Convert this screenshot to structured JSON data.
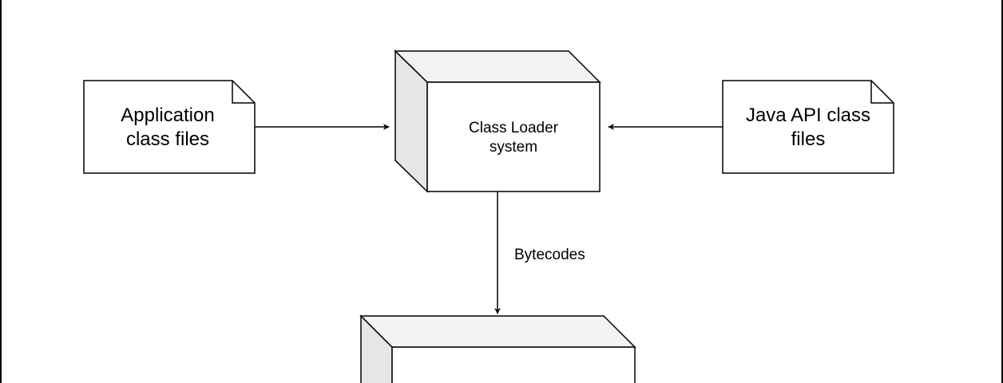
{
  "diagram": {
    "colors": {
      "stroke": "#000000",
      "fill": "#ffffff",
      "side_face": "#e6e6e6",
      "top_face": "#f2f2f2"
    },
    "nodes": {
      "app_files": {
        "label": "Application\nclass files",
        "shape": "document-note"
      },
      "class_loader": {
        "label": "Class Loader\nsystem",
        "shape": "3d-box"
      },
      "java_api_files": {
        "label": "Java API class\nfiles",
        "shape": "document-note"
      },
      "execution_box": {
        "label": "",
        "shape": "3d-box"
      }
    },
    "edges": [
      {
        "from": "app_files",
        "to": "class_loader",
        "label": ""
      },
      {
        "from": "java_api_files",
        "to": "class_loader",
        "label": ""
      },
      {
        "from": "class_loader",
        "to": "execution_box",
        "label": "Bytecodes"
      }
    ]
  }
}
